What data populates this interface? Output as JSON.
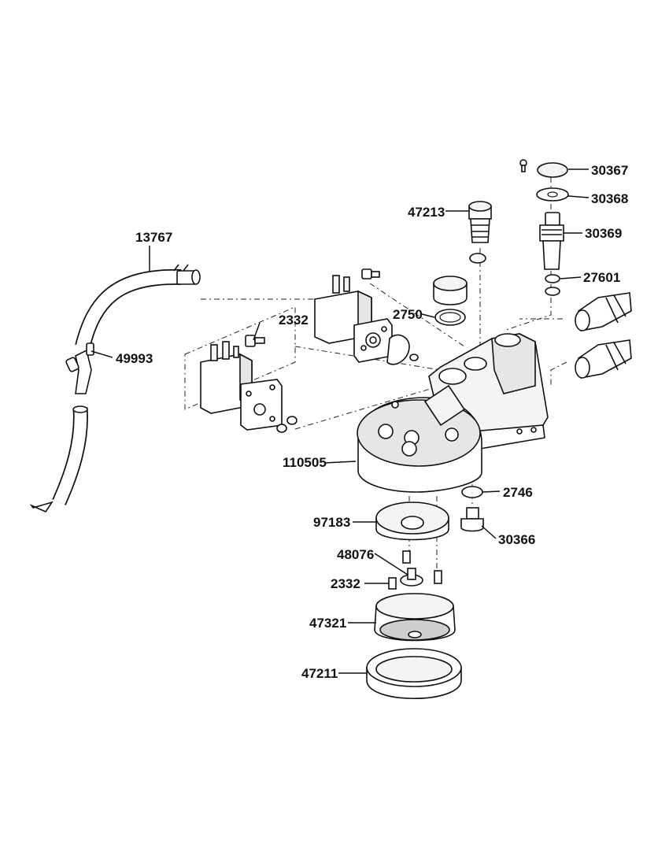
{
  "callouts": {
    "c13767": "13767",
    "c49993": "49993",
    "c2332_upper": "2332",
    "c47213": "47213",
    "c2750": "2750",
    "c30367": "30367",
    "c30368": "30368",
    "c30369": "30369",
    "c27601": "27601",
    "c110505": "110505",
    "c2746": "2746",
    "c30366": "30366",
    "c97183": "97183",
    "c48076": "48076",
    "c2332_lower": "2332",
    "c47321": "47321",
    "c47211": "47211"
  },
  "colors": {
    "line": "#111111",
    "background": "#ffffff",
    "shade_light": "#f4f4f4",
    "shade_mid": "#e6e6e6",
    "shade_dark": "#cfcfcf"
  }
}
